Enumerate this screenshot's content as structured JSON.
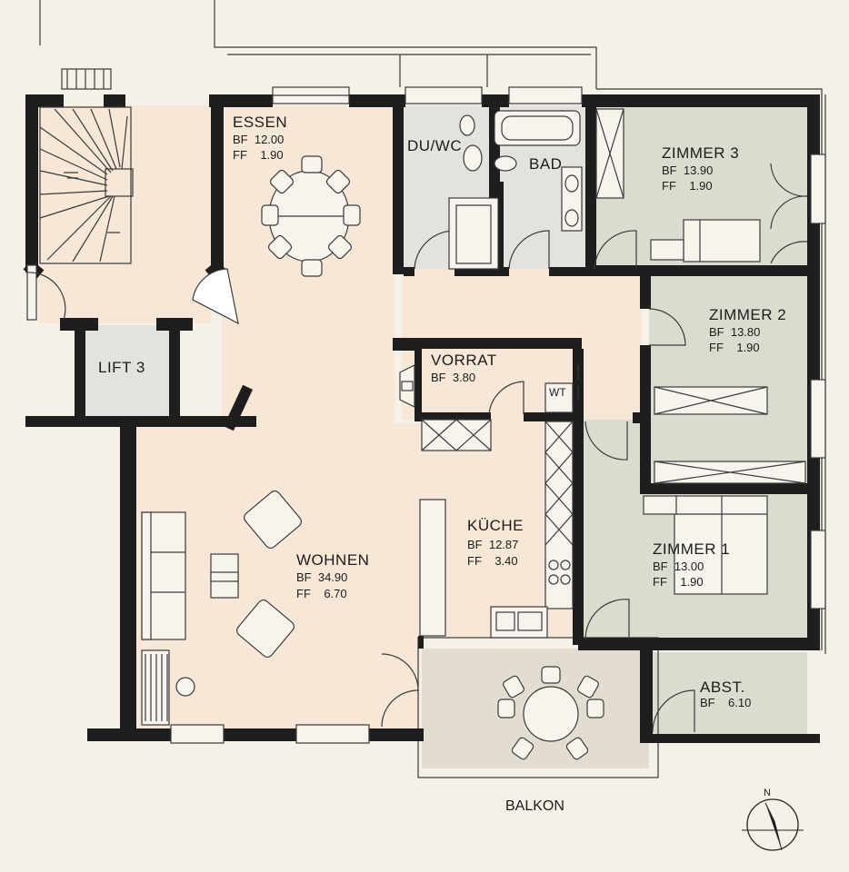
{
  "colors": {
    "background": "#f5f1e8",
    "living_floor": "#f6e7d6",
    "bedroom_floor": "#d9dccf",
    "bathroom_floor": "#e4e2dd",
    "balcony_floor": "#e3ddd1",
    "stair_floor": "#f6e7d6",
    "wall": "#1e1e1e"
  },
  "rooms": {
    "essen": {
      "name": "ESSEN",
      "bf": "BF  12.00",
      "ff": "FF    1.90"
    },
    "duwc": {
      "name": "DU/WC"
    },
    "bad": {
      "name": "BAD"
    },
    "zimmer3": {
      "name": "ZIMMER 3",
      "bf": "BF  13.90",
      "ff": "FF    1.90"
    },
    "zimmer2": {
      "name": "ZIMMER 2",
      "bf": "BF  13.80",
      "ff": "FF    1.90"
    },
    "zimmer1": {
      "name": "ZIMMER 1",
      "bf": "BF  13.00",
      "ff": "FF    1.90"
    },
    "vorrat": {
      "name": "VORRAT",
      "bf": "BF  3.80"
    },
    "wt": {
      "name": "WT"
    },
    "kueche": {
      "name": "KÜCHE",
      "bf": "BF  12.87",
      "ff": "FF    3.40"
    },
    "wohnen": {
      "name": "WOHNEN",
      "bf": "BF  34.90",
      "ff": "FF    6.70"
    },
    "abst": {
      "name": "ABST.",
      "bf": "BF    6.10"
    },
    "lift": {
      "name": "LIFT 3"
    },
    "balkon": {
      "name": "BALKON"
    }
  },
  "compass": {
    "label": "N"
  }
}
